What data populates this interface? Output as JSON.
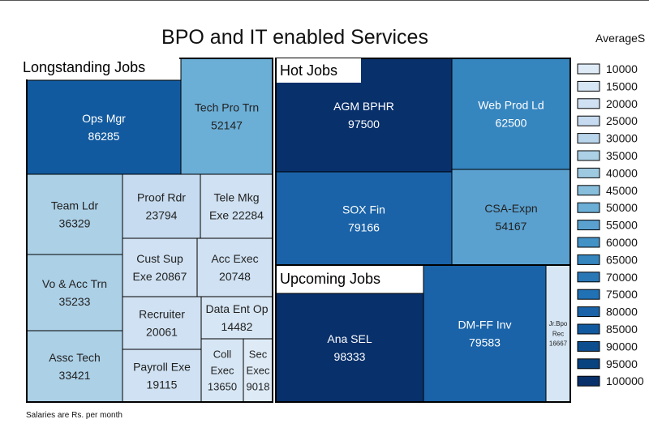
{
  "chart_data": {
    "type": "treemap",
    "title": "BPO and IT enabled Services",
    "legend_title": "AverageS",
    "legend_values": [
      "10000",
      "15000",
      "20000",
      "25000",
      "30000",
      "35000",
      "40000",
      "45000",
      "50000",
      "55000",
      "60000",
      "65000",
      "70000",
      "75000",
      "80000",
      "85000",
      "90000",
      "95000",
      "100000"
    ],
    "legend_colors": [
      "#deebf7",
      "#d6e6f4",
      "#cfe1f2",
      "#c6dbef",
      "#b9d5eb",
      "#acd0e6",
      "#9ecae1",
      "#87bedc",
      "#6baed6",
      "#5aa1d0",
      "#4292c6",
      "#3585bf",
      "#2a77b6",
      "#2171b5",
      "#1a63a8",
      "#125a9f",
      "#0d4e8f",
      "#08427f",
      "#08306b"
    ],
    "groups": [
      {
        "name": "Longstanding Jobs",
        "items": [
          {
            "label": [
              "Ops Mgr",
              "86285"
            ],
            "value": 86285
          },
          {
            "label": [
              "Tech Pro Trn",
              "52147"
            ],
            "value": 52147
          },
          {
            "label": [
              "Team Ldr",
              "36329"
            ],
            "value": 36329
          },
          {
            "label": [
              "Proof Rdr",
              "23794"
            ],
            "value": 23794
          },
          {
            "label": [
              "Tele Mkg",
              "Exe 22284"
            ],
            "value": 22284
          },
          {
            "label": [
              "Vo & Acc Trn",
              "35233"
            ],
            "value": 35233
          },
          {
            "label": [
              "Cust Sup",
              "Exe 20867"
            ],
            "value": 20867
          },
          {
            "label": [
              "Acc Exec",
              "20748"
            ],
            "value": 20748
          },
          {
            "label": [
              "Recruiter",
              "20061"
            ],
            "value": 20061
          },
          {
            "label": [
              "Data Ent Op",
              "14482"
            ],
            "value": 14482
          },
          {
            "label": [
              "Assc Tech",
              "33421"
            ],
            "value": 33421
          },
          {
            "label": [
              "Payroll Exe",
              "19115"
            ],
            "value": 19115
          },
          {
            "label": [
              "Coll",
              "Exec",
              "13650"
            ],
            "value": 13650
          },
          {
            "label": [
              "Sec",
              "Exec",
              "9018"
            ],
            "value": 9018
          }
        ]
      },
      {
        "name": "Hot Jobs",
        "items": [
          {
            "label": [
              "AGM BPHR",
              "97500"
            ],
            "value": 97500
          },
          {
            "label": [
              "Web Prod Ld",
              "62500"
            ],
            "value": 62500
          },
          {
            "label": [
              "SOX Fin",
              "79166"
            ],
            "value": 79166
          },
          {
            "label": [
              "CSA-Expn",
              "54167"
            ],
            "value": 54167
          }
        ]
      },
      {
        "name": "Upcoming Jobs",
        "items": [
          {
            "label": [
              "Ana SEL",
              "98333"
            ],
            "value": 98333
          },
          {
            "label": [
              "DM-FF Inv",
              "79583"
            ],
            "value": 79583
          },
          {
            "label": [
              "Jr.Bpo",
              "Rec",
              "16667"
            ],
            "value": 16667
          }
        ]
      }
    ]
  },
  "footnote": "Salaries are Rs. per month"
}
